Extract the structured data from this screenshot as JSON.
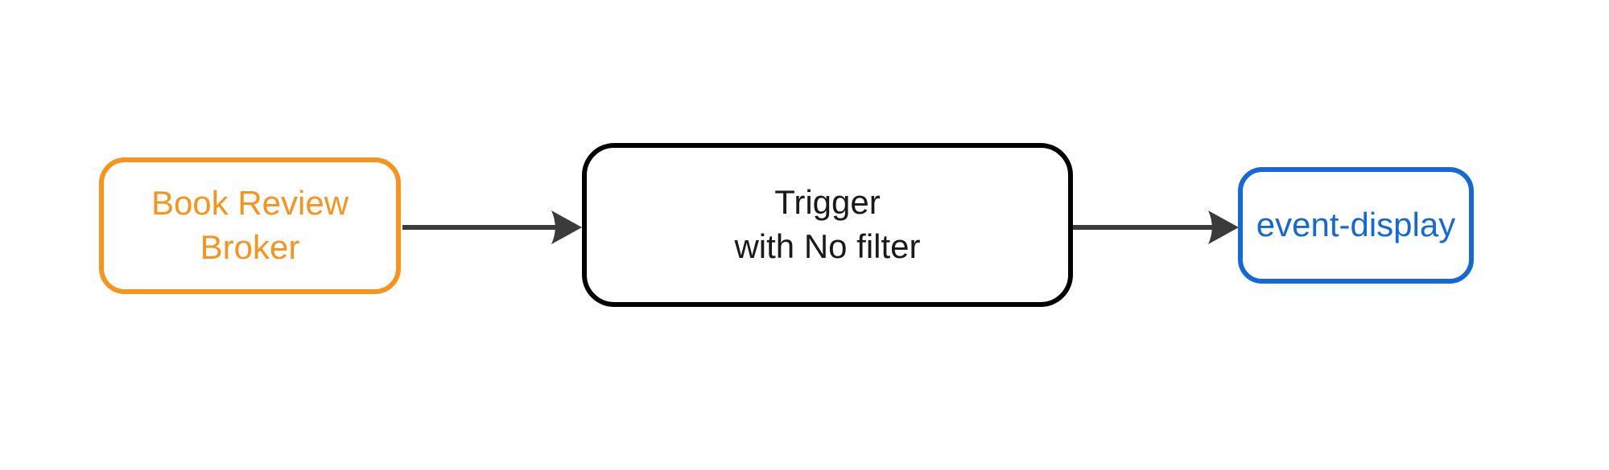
{
  "diagram": {
    "type": "flowchart",
    "direction": "left-to-right",
    "background": "#FFFFFF",
    "colors": {
      "broker": "#F6941E",
      "trigger_border": "#000000",
      "trigger_text": "#1A1A1A",
      "sink": "#1569D6",
      "arrow": "#3B3B3B"
    },
    "nodes": [
      {
        "id": "broker",
        "lines": [
          "Book Review",
          "Broker"
        ]
      },
      {
        "id": "trigger",
        "lines": [
          "Trigger",
          "with No filter"
        ]
      },
      {
        "id": "event-display",
        "lines": [
          "event-display"
        ]
      }
    ],
    "edges": [
      {
        "from": "broker",
        "to": "trigger"
      },
      {
        "from": "trigger",
        "to": "event-display"
      }
    ]
  }
}
